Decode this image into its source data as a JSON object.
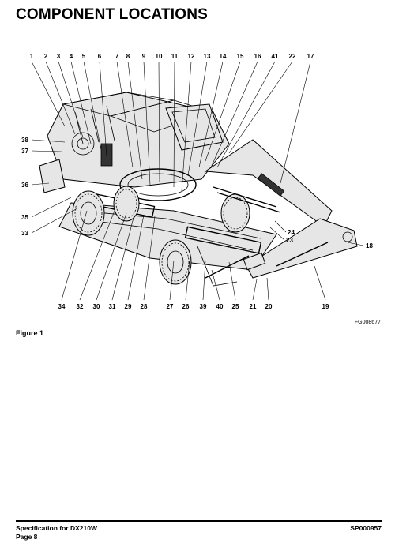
{
  "page": {
    "title": "COMPONENT LOCATIONS",
    "figure_caption": "Figure 1",
    "figure_code": "FG008677"
  },
  "footer": {
    "spec_label": "Specification for DX210W",
    "page_label": "Page 8",
    "doc_code": "SP000957"
  },
  "callouts": {
    "top": [
      "1",
      "2",
      "3",
      "4",
      "5",
      "6",
      "7",
      "8",
      "9",
      "10",
      "11",
      "12",
      "13",
      "14",
      "15",
      "16",
      "41",
      "22",
      "17"
    ],
    "left": [
      "38",
      "37",
      "36",
      "35",
      "33"
    ],
    "bottom": [
      "34",
      "32",
      "30",
      "31",
      "29",
      "28",
      "27",
      "26",
      "39",
      "40",
      "25",
      "21",
      "20",
      "19"
    ],
    "right": [
      "24",
      "23",
      "18"
    ]
  }
}
